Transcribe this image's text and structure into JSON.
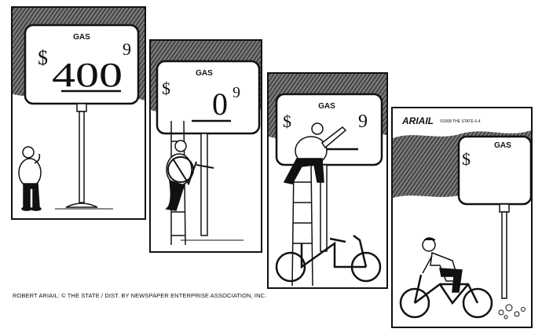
{
  "panels": [
    {
      "sign_label": "GAS",
      "price_dollar": "$",
      "price_digits": "400",
      "price_super": "9"
    },
    {
      "sign_label": "GAS",
      "price_dollar": "$",
      "price_digits": "0",
      "price_super": "9"
    },
    {
      "sign_label": "GAS",
      "price_dollar": "$",
      "price_digits": "",
      "price_super": "9"
    },
    {
      "sign_label": "GAS",
      "price_dollar": "$",
      "price_digits": "",
      "price_super": ""
    }
  ],
  "signature": "ARIAIL",
  "signature_note": "©2008 THE STATE 6-4",
  "credit": "ROBERT ARIAIL: © THE STATE / DIST. BY NEWSPAPER ENTERPRISE ASSOCIATION, INC.",
  "colors": {
    "ink": "#111111",
    "paper": "#ffffff",
    "shade": "#4a4a4a"
  }
}
